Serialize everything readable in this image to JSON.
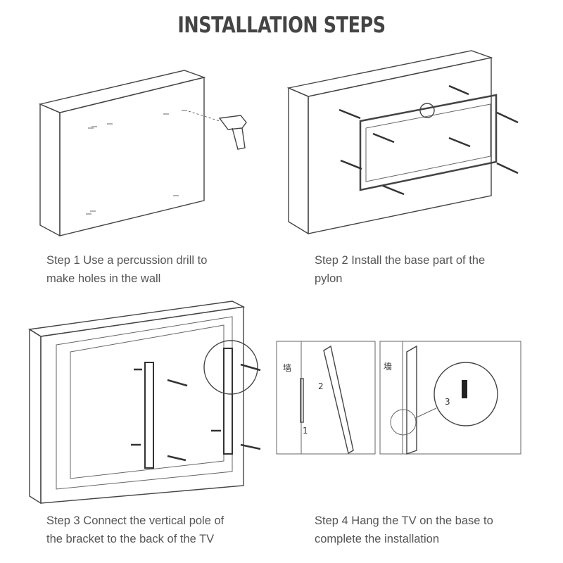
{
  "title": "INSTALLATION STEPS",
  "steps": [
    {
      "line1": "Step 1 Use a percussion drill to",
      "line2": "make holes in the wall"
    },
    {
      "line1": "Step 2 Install the base part of the",
      "line2": "pylon"
    },
    {
      "line1": "Step 3 Connect the vertical pole of",
      "line2": "the bracket to the back of the TV"
    },
    {
      "line1": "Step 4 Hang the TV on the base to",
      "line2": "complete the installation"
    }
  ],
  "diagram_labels": {
    "wall": "墙",
    "part1": "1",
    "part2": "2",
    "part3": "3"
  }
}
